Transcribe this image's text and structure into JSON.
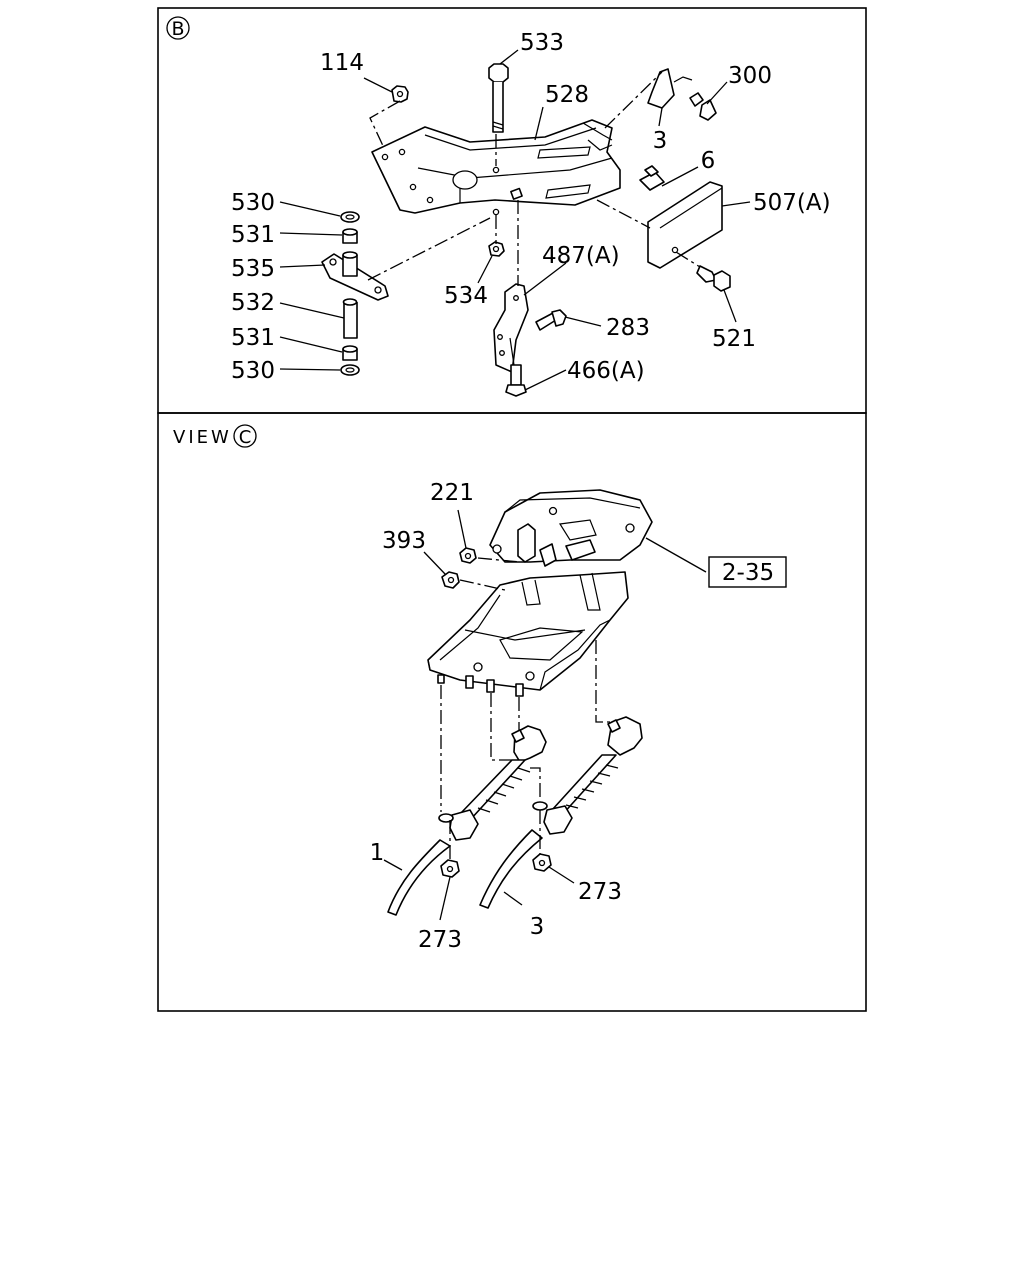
{
  "panels": {
    "top": {
      "marker": "B",
      "labels": {
        "p114": "114",
        "p533": "533",
        "p528": "528",
        "p300": "300",
        "p3": "3",
        "p6": "6",
        "p507a": "507(A)",
        "p530a": "530",
        "p531a": "531",
        "p535": "535",
        "p532": "532",
        "p531b": "531",
        "p530b": "530",
        "p534": "534",
        "p487a": "487(A)",
        "p283": "283",
        "p466a": "466(A)",
        "p521": "521"
      }
    },
    "bottom": {
      "title_text": "VIEW",
      "marker": "C",
      "labels": {
        "p221": "221",
        "p393": "393",
        "ref": "2-35",
        "p1": "1",
        "p273a": "273",
        "p3": "3",
        "p273b": "273"
      }
    }
  },
  "colors": {
    "line": "#000000",
    "background": "#ffffff"
  }
}
